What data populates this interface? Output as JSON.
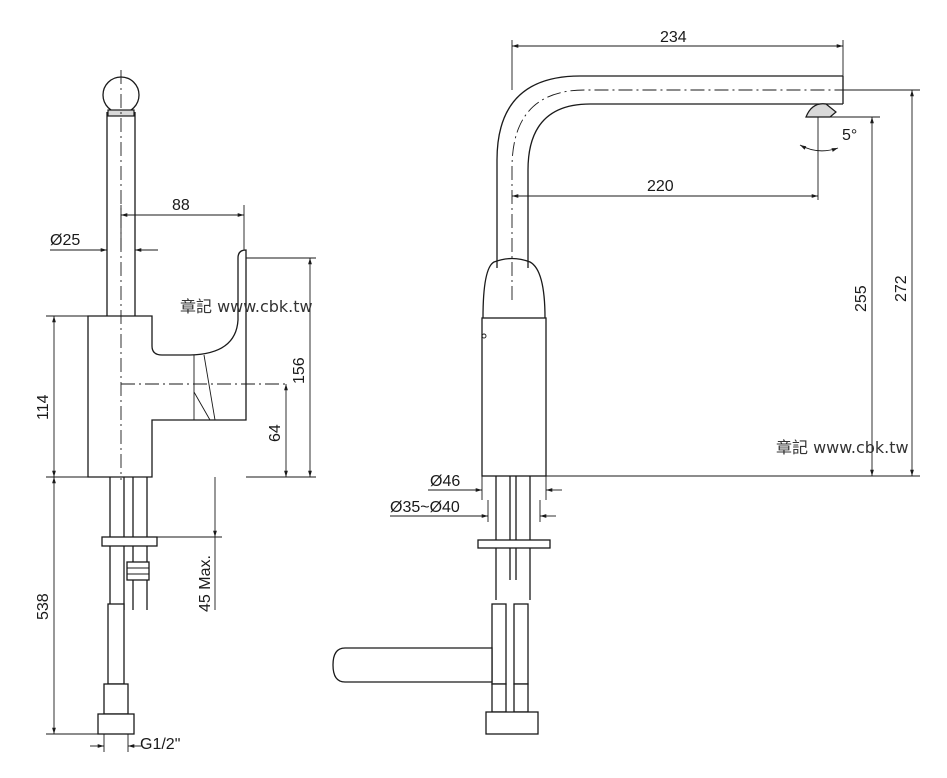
{
  "dimensions": {
    "side_view": {
      "reach_88": "88",
      "diameter_25": "Ø25",
      "height_114": "114",
      "height_156": "156",
      "height_64": "64",
      "clamp_45": "45 Max.",
      "hose_538": "538",
      "thread_g12": "G1/2ʺ"
    },
    "front_view": {
      "reach_234": "234",
      "reach_220": "220",
      "angle_5": "5°",
      "height_255": "255",
      "height_272": "272",
      "diameter_46": "Ø46",
      "hole_35_40": "Ø35~Ø40"
    }
  },
  "watermarks": [
    "章記 www.cbk.tw",
    "章記 www.cbk.tw"
  ]
}
